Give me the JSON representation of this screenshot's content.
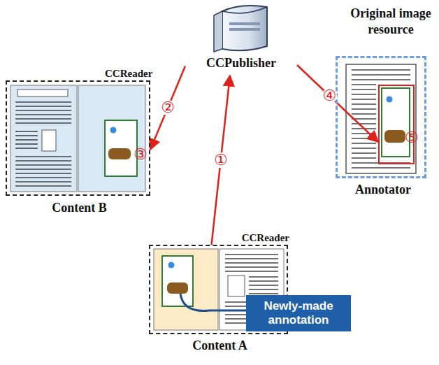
{
  "diagram": {
    "nodes": [
      {
        "text": [
          "CCPublisher"
        ]
      },
      {
        "text": [
          "CCReader",
          "Content B"
        ]
      },
      {
        "text": [
          "CCReader",
          "Content A"
        ]
      },
      {
        "text": [
          "Newly-made annotation"
        ],
        "in": 2
      },
      {
        "text": [
          "Annotator"
        ]
      },
      {
        "text": [
          "Original image resource"
        ],
        "in": 4
      }
    ],
    "edges": [
      {
        "from": 2,
        "to": 0,
        "arrow": "to",
        "label": "①"
      },
      {
        "from": 0,
        "to": 1,
        "arrow": "to",
        "label": "②"
      },
      {
        "from": 0,
        "to": 5,
        "arrow": "to",
        "label": "④"
      }
    ],
    "labels": [
      "③",
      "⑤"
    ]
  }
}
